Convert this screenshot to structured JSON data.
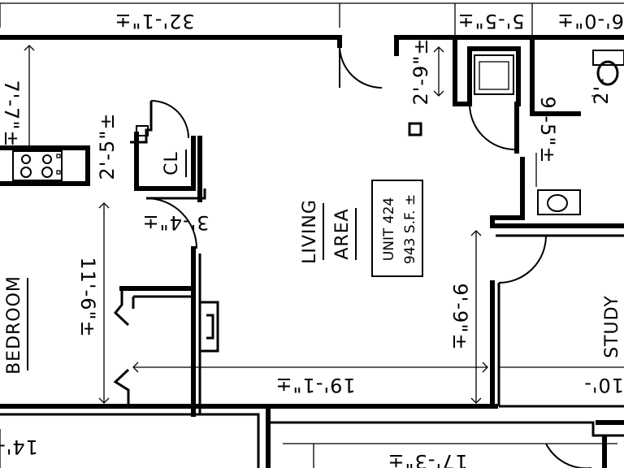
{
  "rooms": {
    "living": {
      "line1": "LIVING",
      "line2": "AREA"
    },
    "bedroom": "BEDROOM",
    "study": "STUDY",
    "closet": "CL"
  },
  "unit_tag": {
    "line1": "UNIT 424",
    "line2": "943 S.F. ±"
  },
  "dimensions": {
    "top_width": "32'-1\"±",
    "top_mid": "5'-5\"±",
    "top_right": "6'-0\"±",
    "bath_upper": "2'-9\"±",
    "bath_right": "2'-",
    "bath_lower": "9'-5\"±",
    "kitchen_left": "7'-7\"±",
    "kitchen_small": "2'-5\"±",
    "closet_width": "3'-4\"±",
    "bedroom_height": "11'-6\"±",
    "living_height": "9'-9\"±",
    "living_width": "19'-1\"±",
    "bottom_left": "14'-",
    "bottom_mid": "17'-3\"±",
    "study_right": "10'-"
  }
}
